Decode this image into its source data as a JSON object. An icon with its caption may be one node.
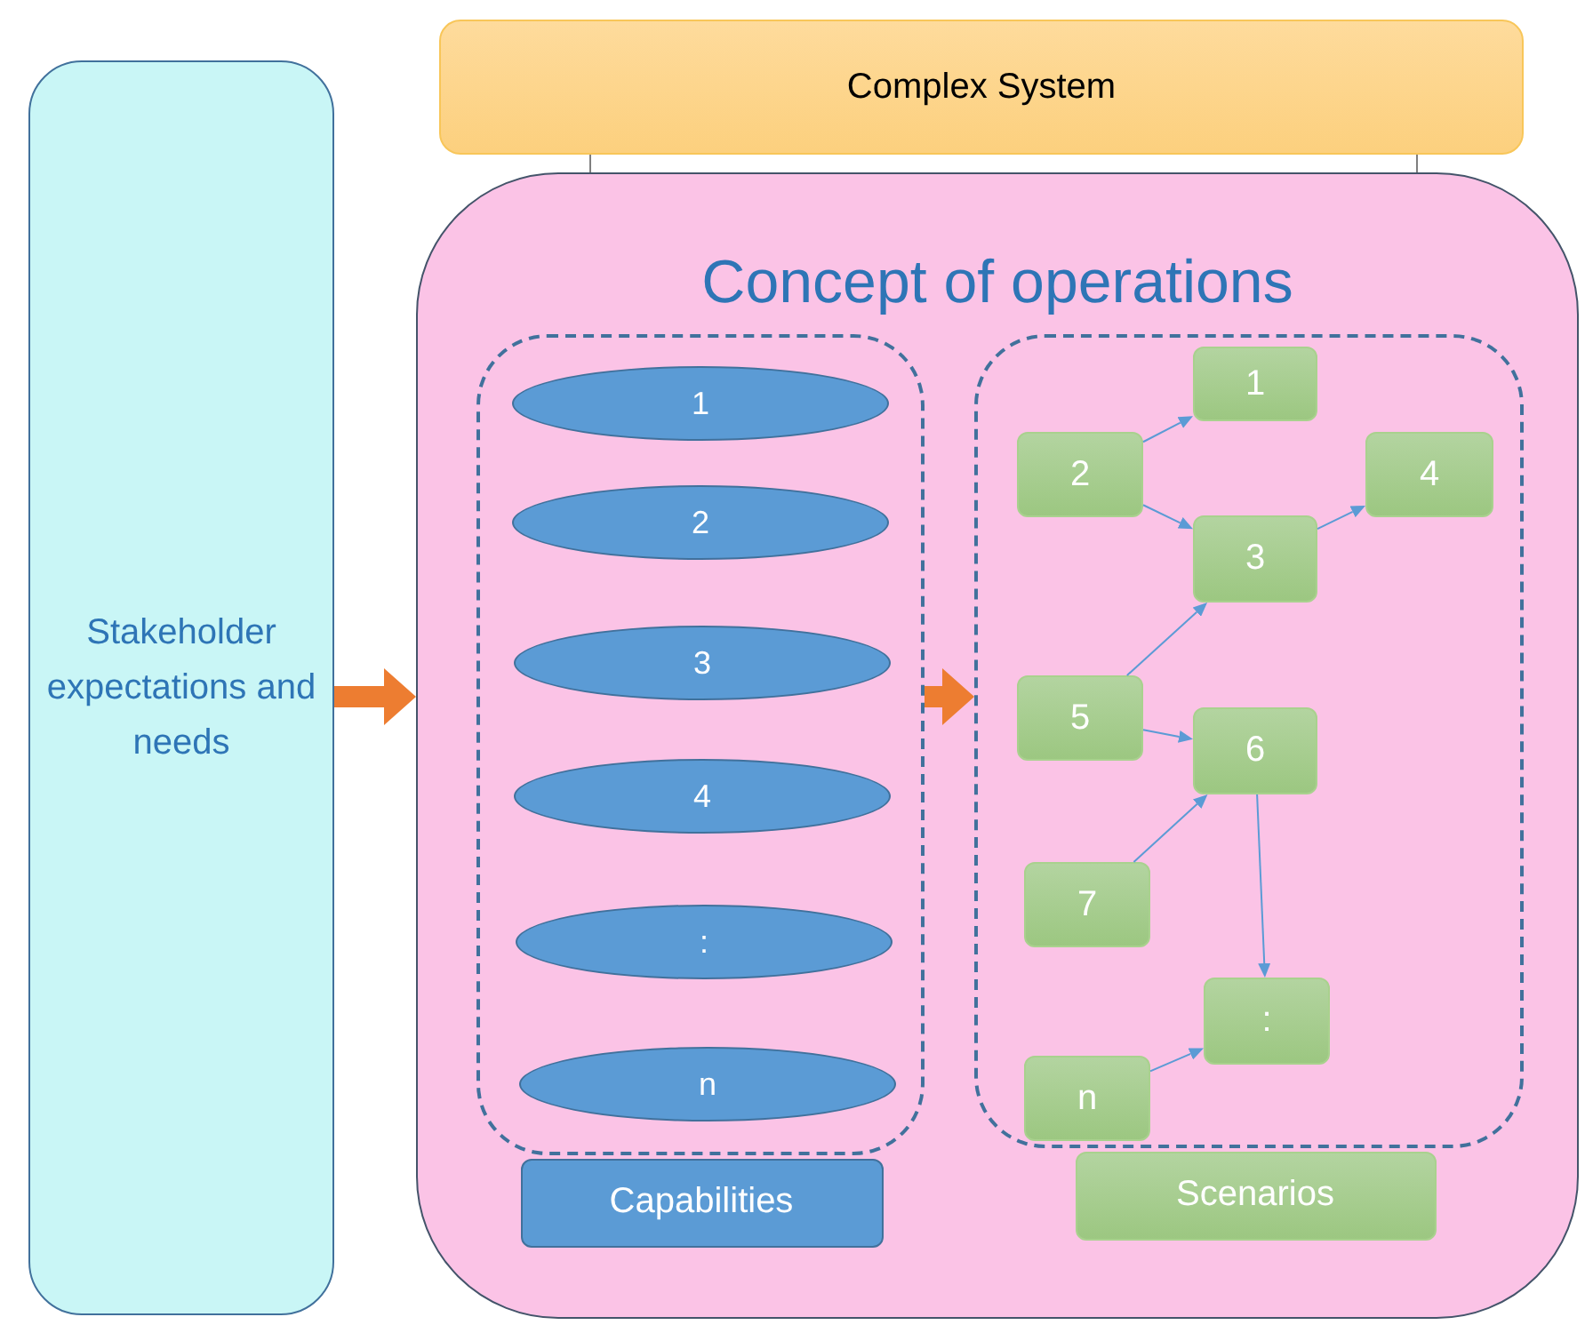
{
  "diagram": {
    "nodes": [
      {
        "text": [
          "Stakeholder expectations and needs"
        ]
      },
      {
        "text": [
          "Complex System"
        ]
      },
      {
        "text": [
          "Concept of operations"
        ]
      },
      {
        "text": [],
        "shape": "box",
        "in": 2
      },
      {
        "text": [
          "1"
        ],
        "in": 3
      },
      {
        "text": [
          "2"
        ],
        "in": 3
      },
      {
        "text": [
          "3"
        ],
        "in": 3
      },
      {
        "text": [
          "4"
        ],
        "in": 3
      },
      {
        "text": [
          ":"
        ],
        "in": 3
      },
      {
        "text": [
          "n"
        ],
        "in": 3
      },
      {
        "text": [
          "Capabilities"
        ],
        "in": 2
      },
      {
        "text": [],
        "shape": "box",
        "in": 2
      },
      {
        "text": [
          "1"
        ],
        "in": 11
      },
      {
        "text": [
          "2"
        ],
        "in": 11
      },
      {
        "text": [
          "3"
        ],
        "in": 11
      },
      {
        "text": [
          "4"
        ],
        "in": 11
      },
      {
        "text": [
          "5"
        ],
        "in": 11
      },
      {
        "text": [
          "6"
        ],
        "in": 11
      },
      {
        "text": [
          "7"
        ],
        "in": 11
      },
      {
        "text": [
          ":"
        ],
        "in": 11
      },
      {
        "text": [
          "n"
        ],
        "in": 11
      },
      {
        "text": [
          "Scenarios"
        ],
        "in": 2
      }
    ],
    "edges": [
      {
        "from": 0,
        "to": 2,
        "arrow": "to",
        "style": "thick",
        "color": "#ed7d31"
      },
      {
        "from": 3,
        "to": 11,
        "arrow": "to",
        "style": "thick",
        "color": "#ed7d31"
      },
      {
        "from": 13,
        "to": 12,
        "arrow": "to"
      },
      {
        "from": 13,
        "to": 14,
        "arrow": "to"
      },
      {
        "from": 14,
        "to": 15,
        "arrow": "to"
      },
      {
        "from": 16,
        "to": 14,
        "arrow": "to"
      },
      {
        "from": 16,
        "to": 17,
        "arrow": "to"
      },
      {
        "from": 18,
        "to": 17,
        "arrow": "to"
      },
      {
        "from": 17,
        "to": 19,
        "arrow": "to"
      },
      {
        "from": 20,
        "to": 19,
        "arrow": "to"
      }
    ]
  }
}
